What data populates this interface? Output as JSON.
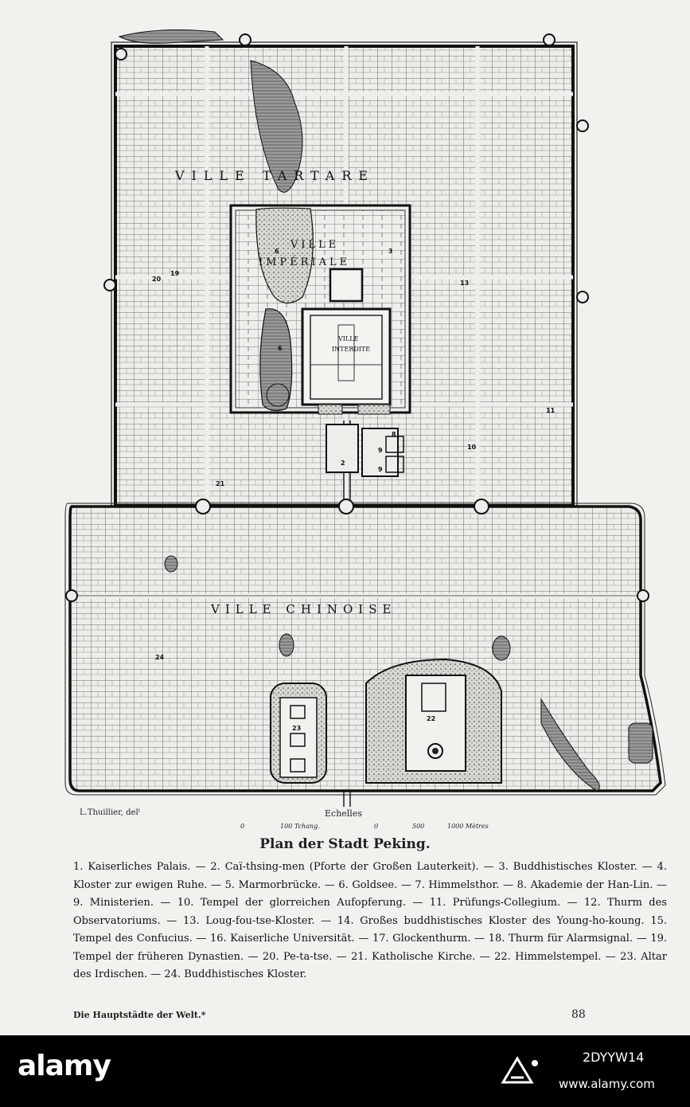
{
  "map": {
    "region_labels": {
      "tartar": "VILLE TARTARE",
      "imperial_1": "VILLE",
      "imperial_2": "IMPÉRIALE",
      "forbidden_1": "VILLE",
      "forbidden_2": "INTERDITE",
      "chinese": "VILLE CHINOISE"
    },
    "numbers": {
      "n2": "2",
      "n3": "3",
      "n6a": "6",
      "n6b": "6",
      "n8": "8",
      "n9a": "9",
      "n9b": "9",
      "n10": "10",
      "n11": "11",
      "n13": "13",
      "n19": "19",
      "n20": "20",
      "n21": "21",
      "n22": "22",
      "n23": "23",
      "n24": "24"
    }
  },
  "credit": "L.Thuillier, delᵗ",
  "scale": {
    "title": "Echelles",
    "bar1_zero": "0",
    "bar1_label": "100 Tchang.",
    "bar2_zero": "0",
    "bar2_mid": "500",
    "bar2_label": "1000 Mètres"
  },
  "title": "Plan der Stadt Peking.",
  "legend": "1. Kaiserliches Palais. — 2. Caï-thsing-men (Pforte der Großen Lauterkeit). — 3. Buddhistisches Kloster. — 4. Kloster zur ewigen Ruhe. — 5. Marmorbrücke. — 6. Goldsee. — 7. Himmelsthor. — 8. Akademie der Han-Lin. — 9. Ministerien. — 10. Tempel der glorreichen Aufopferung. — 11. Prüfungs-Collegium. — 12. Thurm des Observatoriums. — 13. Loug-fou-tse-Kloster. — 14. Großes buddhistisches Kloster des Young-ho-koung. 15. Tempel des Confucius. — 16. Kaiserliche Universität. — 17. Glockenthurm. — 18. Thurm für Alarmsignal. — 19. Tempel der früheren Dynastien. — 20. Pe-ta-tse. — 21. Katholische Kirche. — 22. Himmelstempel. — 23. Altar des Irdischen. — 24. Buddhistisches Kloster.",
  "footer": {
    "book": "Die Hauptstädte der Welt.*",
    "page": "88"
  },
  "watermark": {
    "brand": "alamy",
    "image_id": "2DYYW14",
    "site": "www.alamy.com"
  }
}
